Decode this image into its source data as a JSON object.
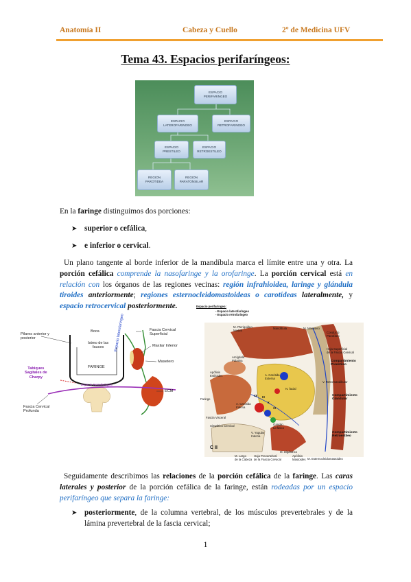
{
  "header": {
    "left": "Anatomía II",
    "center": "Cabeza y Cuello",
    "right": "2º de Medicina UFV"
  },
  "title": "Tema 43. Espacios perifaríngeos:",
  "diagram": {
    "n1": [
      "ESPACIO",
      "PERIFARINGEO"
    ],
    "n2": [
      "ESPACIO",
      "LATEROFARINGEO"
    ],
    "n3": [
      "ESPACIO",
      "RETROFARINGEO"
    ],
    "n4": [
      "ESPACIO",
      "PRESTILEO"
    ],
    "n5": [
      "ESPACIO",
      "RETROESTILEO"
    ],
    "n6": [
      "REGION",
      "PAROTIDEA"
    ],
    "n7": [
      "REGION",
      "PARATONSILAR"
    ]
  },
  "intro": {
    "a": "En la ",
    "b": "faringe",
    "c": " distinguimos dos porciones:"
  },
  "bullets": {
    "b1": {
      "bold": "superior o cefálica",
      "rest": ","
    },
    "b2": {
      "bold": "e inferior o cervical",
      "rest": "."
    }
  },
  "para1": {
    "t1": "Un plano tangente al borde inferior de la mandíbula marca el límite entre una y otra. La ",
    "t2": "porción cefálica",
    "t3": "comprende la nasofaringe y la orofaringe",
    "t4": ". La ",
    "t5": "porción cervical",
    "t6": " está ",
    "t7": "en relación con",
    "t8": " los órganos de las regiones vecinas: ",
    "t9": "región infrahioidea, laringe y glándula tiroides",
    "t10": "anteriormente",
    "t11": "; ",
    "t12": "regiones esternocleidomastoideas o carotídeas",
    "t13": "lateralmente,",
    "t14": " y ",
    "t15": "espacio retrocervical",
    "t16": "posteriormente."
  },
  "fig_left": {
    "boca": "Boca",
    "pilares": [
      "Pilares anterior y",
      "posterior"
    ],
    "istmo": [
      "Istmo de las",
      "fauces"
    ],
    "faringe": "FARINGE",
    "tabiques": [
      "Tabiques",
      "Sagitales de",
      "Charpy"
    ],
    "espacio_lat": [
      "Espacio",
      "laterofaríngeo"
    ],
    "espacio_retro": "Espacio Retrofaríngeo",
    "fascia_sup": [
      "Fascia Cervical",
      "Superficial"
    ],
    "maxilar": "Maxilar Inferior",
    "masetero": "Masetero",
    "ecm": "ECM",
    "fascia_prof": [
      "Fascia Cervical",
      "Profunda"
    ]
  },
  "fig_right": {
    "heading": "Espacio perifaríngeo:",
    "sub1": "- Espacio laterofaríngeo",
    "sub2": "- Espacio retrofaríngeo",
    "l_pterigoideo": [
      "M. Pterigoideo",
      "Medial"
    ],
    "l_mandibula": "Mandíbula",
    "l_masetero": "M. Masetero",
    "l_amigdala": [
      "Amígdala",
      "Palatina"
    ],
    "l_apofisis": [
      "Apófisis",
      "Estiloides"
    ],
    "l_faringe": "Faringe",
    "l_fascia_visceral": "Fascia Visceral",
    "l_simpatico": "Simpático Cervical",
    "l_carotida_int": [
      "A. Carótida",
      "Interna"
    ],
    "l_carotida_ext": [
      "A. Carótida",
      "Externa"
    ],
    "l_n_facial": "N. facial",
    "l_vyugular": [
      "V. Yugular",
      "Interna"
    ],
    "l_ganglio": [
      "Ganglio",
      "Linfático"
    ],
    "l_conducto": [
      "Conducto",
      "Parotídeo"
    ],
    "l_hoja": [
      "Hoja Superficial",
      "de la Fascia Cervical"
    ],
    "l_comp_pre": [
      "Compartimiento",
      "Preestileo"
    ],
    "l_retromand": "V. Retromandibular",
    "l_comp_gland": [
      "Compartimiento",
      "Glandular"
    ],
    "l_comp_retro": [
      "Compartimiento",
      "Retroestileo"
    ],
    "l_c2": "C II",
    "l_largo": [
      "M. Largo",
      "de la Cabeza"
    ],
    "l_hoja_prev": [
      "Hoja Prevertebral",
      "de la Fascia Cervical"
    ],
    "l_digastrico": "M. Digástrico",
    "l_apof_mast": [
      "Apófisis",
      "Mastoides"
    ],
    "l_ecm": "M. Esternocleidomastoideo",
    "l_ix": "IX",
    "l_x": "X",
    "l_xi": "XI",
    "l_xii": "XII"
  },
  "para2": {
    "t1": "Seguidamente describimos las ",
    "t2": "relaciones",
    "t3": " de la ",
    "t4": "porción cefálica",
    "t5": " de la ",
    "t6": "faringe",
    "t7": ". Las ",
    "t8": "caras laterales y posterior",
    "t9": " de la porción cefálica de la faringe, están ",
    "t10": "rodeadas por un espacio perifaríngeo que separa la faringe:"
  },
  "bullet3": {
    "bold": "posteriormente",
    "rest": ", de la columna vertebral, de los músculos prevertebrales y de la lámina prevertebral de la fascia cervical;"
  },
  "page_number": "1"
}
